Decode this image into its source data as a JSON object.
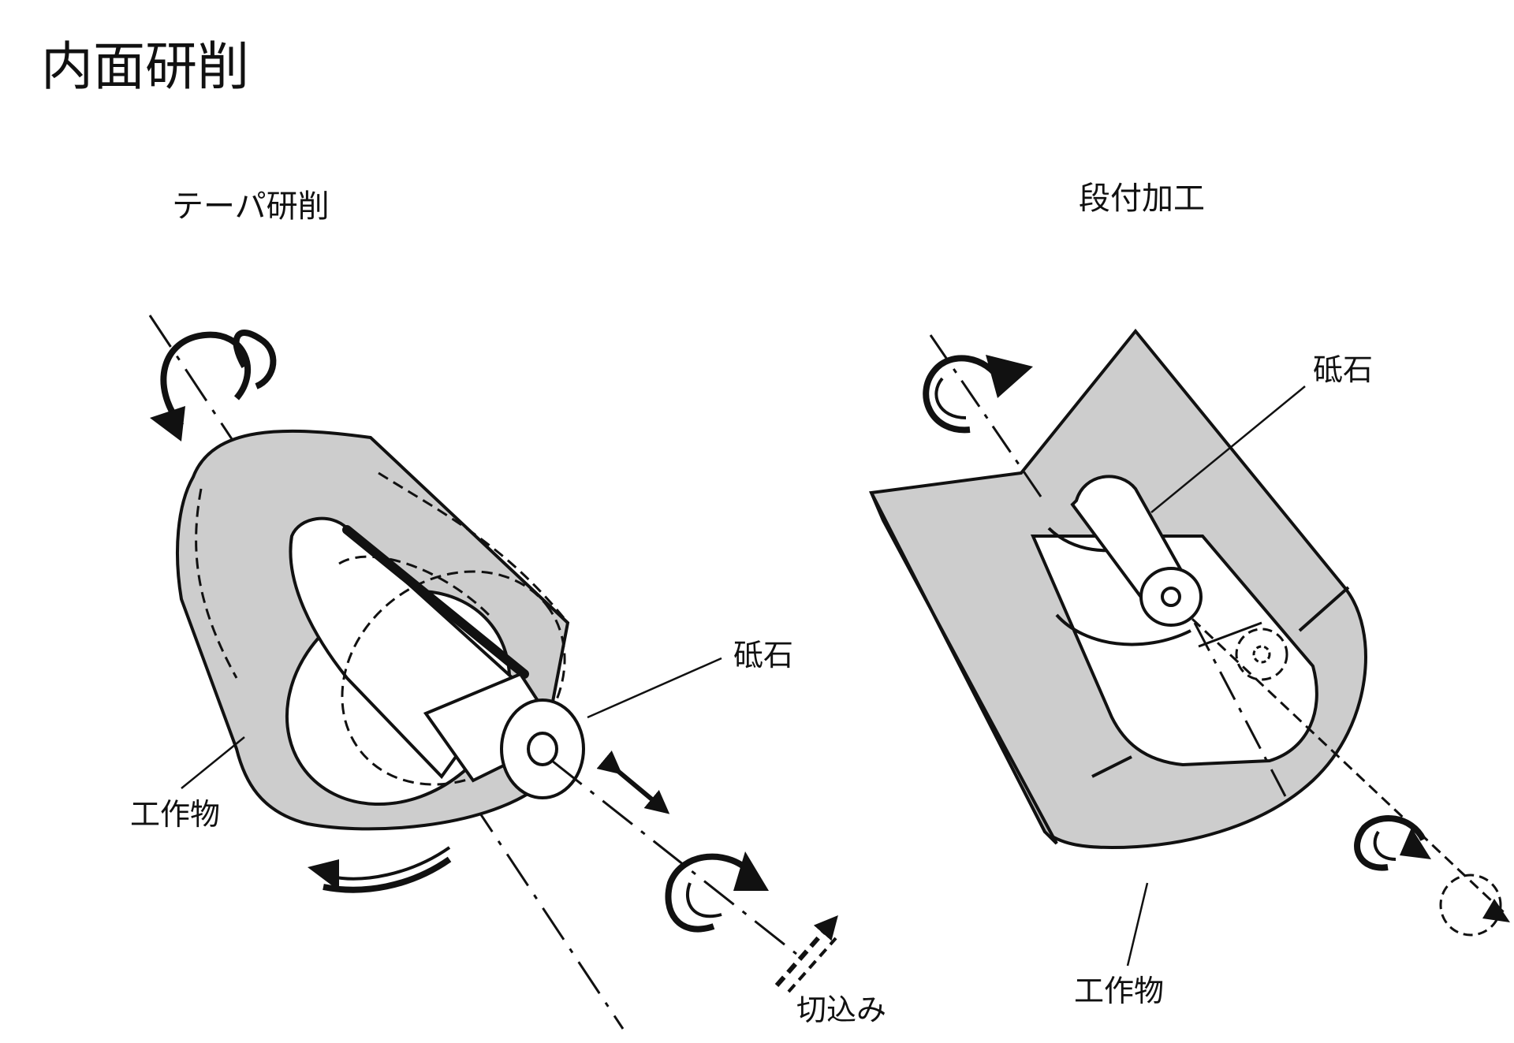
{
  "page": {
    "title": "内面研削"
  },
  "left_diagram": {
    "heading": "テーパ研削",
    "labels": {
      "wheel": "砥石",
      "workpiece": "工作物",
      "infeed": "切込み"
    }
  },
  "right_diagram": {
    "heading": "段付加工",
    "labels": {
      "wheel": "砥石",
      "workpiece": "工作物"
    }
  },
  "colors": {
    "fill": "#cdcdcd",
    "line": "#111111",
    "background": "#ffffff"
  }
}
